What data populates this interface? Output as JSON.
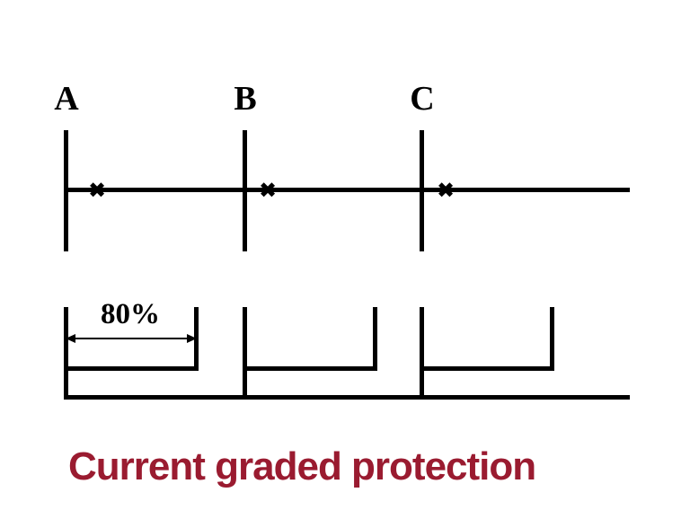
{
  "title": {
    "text": "Current graded protection",
    "color": "#9A1B30"
  },
  "single_line_diagram": {
    "buses": [
      {
        "label": "A"
      },
      {
        "label": "B"
      },
      {
        "label": "C"
      }
    ],
    "breaker_symbol": "✖"
  },
  "reach_diagram": {
    "zone_label": "80%"
  },
  "colors": {
    "line": "#000000",
    "background": "#ffffff"
  }
}
